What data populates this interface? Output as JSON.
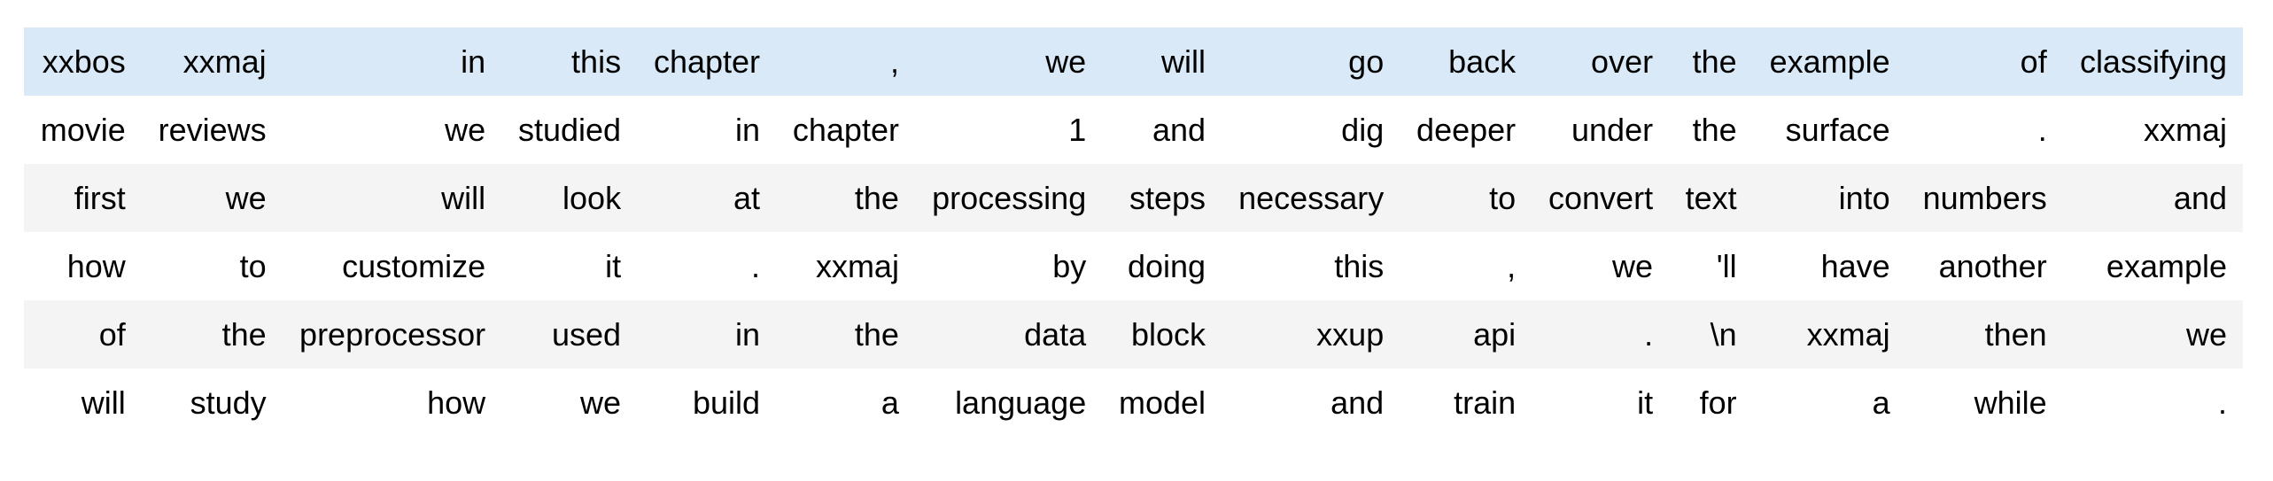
{
  "colors": {
    "page_background": "#ffffff",
    "row_default": "#ffffff",
    "row_stripe": "#f4f4f4",
    "row_highlight": "#d9e9f8",
    "text": "#000000"
  },
  "table": {
    "rows": [
      {
        "highlighted": true,
        "tokens": [
          "xxbos",
          "xxmaj",
          "in",
          "this",
          "chapter",
          ",",
          "we",
          "will",
          "go",
          "back",
          "over",
          "the",
          "example",
          "of",
          "classifying"
        ]
      },
      {
        "highlighted": false,
        "tokens": [
          "movie",
          "reviews",
          "we",
          "studied",
          "in",
          "chapter",
          "1",
          "and",
          "dig",
          "deeper",
          "under",
          "the",
          "surface",
          ".",
          "xxmaj"
        ]
      },
      {
        "highlighted": false,
        "tokens": [
          "first",
          "we",
          "will",
          "look",
          "at",
          "the",
          "processing",
          "steps",
          "necessary",
          "to",
          "convert",
          "text",
          "into",
          "numbers",
          "and"
        ]
      },
      {
        "highlighted": false,
        "tokens": [
          "how",
          "to",
          "customize",
          "it",
          ".",
          "xxmaj",
          "by",
          "doing",
          "this",
          ",",
          "we",
          "'ll",
          "have",
          "another",
          "example"
        ]
      },
      {
        "highlighted": false,
        "tokens": [
          "of",
          "the",
          "preprocessor",
          "used",
          "in",
          "the",
          "data",
          "block",
          "xxup",
          "api",
          ".",
          "\\n",
          "xxmaj",
          "then",
          "we"
        ]
      },
      {
        "highlighted": false,
        "tokens": [
          "will",
          "study",
          "how",
          "we",
          "build",
          "a",
          "language",
          "model",
          "and",
          "train",
          "it",
          "for",
          "a",
          "while",
          "."
        ]
      }
    ]
  }
}
